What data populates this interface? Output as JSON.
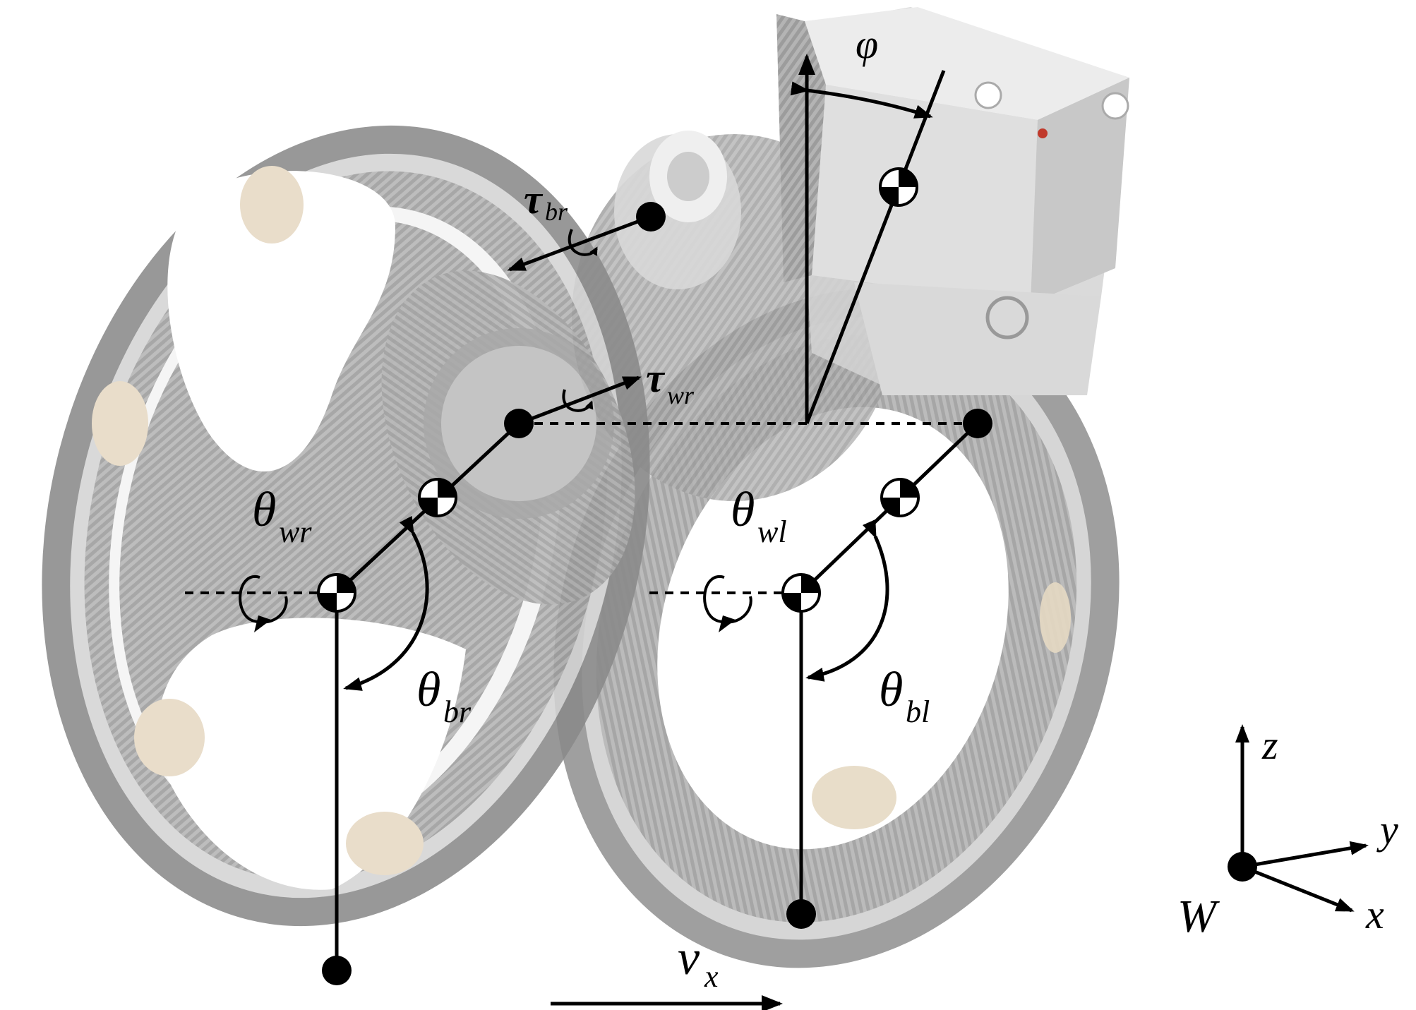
{
  "labels": {
    "phi": "φ",
    "tau": "τ",
    "tau_br_sub": "br",
    "tau_wr_sub": "wr",
    "theta": "θ",
    "theta_wr_sub": "wr",
    "theta_wl_sub": "wl",
    "theta_br_sub": "br",
    "theta_bl_sub": "bl",
    "v": "v",
    "v_sub": "x",
    "axis_z": "z",
    "axis_y": "y",
    "axis_x": "x",
    "frame_w": "W"
  },
  "colors": {
    "wheel_tire": "#9a9a9a",
    "wheel_rim": "#c9c9c9",
    "carbon": "#a8a8a8",
    "body": "#e2e2e2",
    "roller": "#e6d9c3",
    "line": "#000000"
  }
}
